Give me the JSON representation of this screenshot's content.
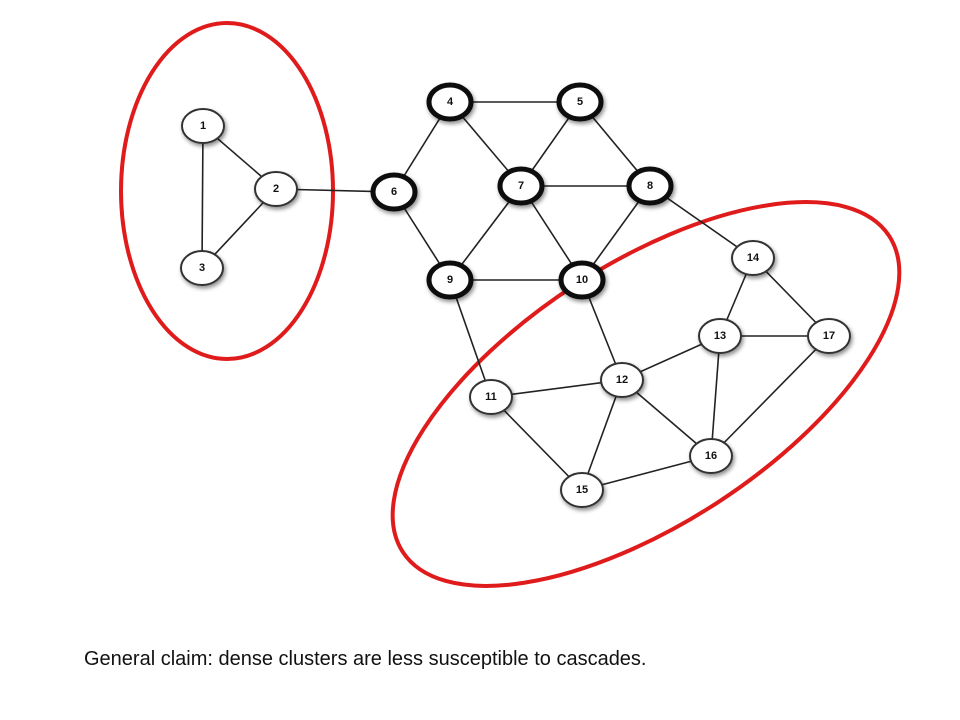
{
  "caption": "General claim: dense clusters are less susceptible to cascades.",
  "colors": {
    "highlight": "#e01b1b",
    "edge": "#222222",
    "node_fill": "#ffffff",
    "node_stroke_thin": "#333333",
    "node_stroke_thick": "#111111"
  },
  "diagram": {
    "nodes": [
      {
        "id": "1",
        "label": "1",
        "thick": false
      },
      {
        "id": "2",
        "label": "2",
        "thick": false
      },
      {
        "id": "3",
        "label": "3",
        "thick": false
      },
      {
        "id": "4",
        "label": "4",
        "thick": true
      },
      {
        "id": "5",
        "label": "5",
        "thick": true
      },
      {
        "id": "6",
        "label": "6",
        "thick": true
      },
      {
        "id": "7",
        "label": "7",
        "thick": true
      },
      {
        "id": "8",
        "label": "8",
        "thick": true
      },
      {
        "id": "9",
        "label": "9",
        "thick": true
      },
      {
        "id": "10",
        "label": "10",
        "thick": true
      },
      {
        "id": "11",
        "label": "11",
        "thick": false
      },
      {
        "id": "12",
        "label": "12",
        "thick": false
      },
      {
        "id": "13",
        "label": "13",
        "thick": false
      },
      {
        "id": "14",
        "label": "14",
        "thick": false
      },
      {
        "id": "15",
        "label": "15",
        "thick": false
      },
      {
        "id": "16",
        "label": "16",
        "thick": false
      },
      {
        "id": "17",
        "label": "17",
        "thick": false
      }
    ],
    "edges": [
      [
        "1",
        "2"
      ],
      [
        "1",
        "3"
      ],
      [
        "2",
        "3"
      ],
      [
        "2",
        "6"
      ],
      [
        "6",
        "4"
      ],
      [
        "6",
        "9"
      ],
      [
        "4",
        "5"
      ],
      [
        "4",
        "7"
      ],
      [
        "5",
        "7"
      ],
      [
        "5",
        "8"
      ],
      [
        "7",
        "8"
      ],
      [
        "7",
        "9"
      ],
      [
        "7",
        "10"
      ],
      [
        "8",
        "10"
      ],
      [
        "9",
        "10"
      ],
      [
        "9",
        "11"
      ],
      [
        "8",
        "14"
      ],
      [
        "10",
        "12"
      ],
      [
        "11",
        "12"
      ],
      [
        "11",
        "15"
      ],
      [
        "12",
        "13"
      ],
      [
        "12",
        "16"
      ],
      [
        "12",
        "15"
      ],
      [
        "13",
        "14"
      ],
      [
        "13",
        "17"
      ],
      [
        "13",
        "16"
      ],
      [
        "14",
        "17"
      ],
      [
        "17",
        "16"
      ],
      [
        "15",
        "16"
      ]
    ],
    "clusters": [
      {
        "id": "left-cluster",
        "members": [
          "1",
          "2",
          "3"
        ]
      },
      {
        "id": "right-cluster",
        "members": [
          "11",
          "12",
          "13",
          "14",
          "15",
          "16",
          "17"
        ]
      }
    ]
  }
}
